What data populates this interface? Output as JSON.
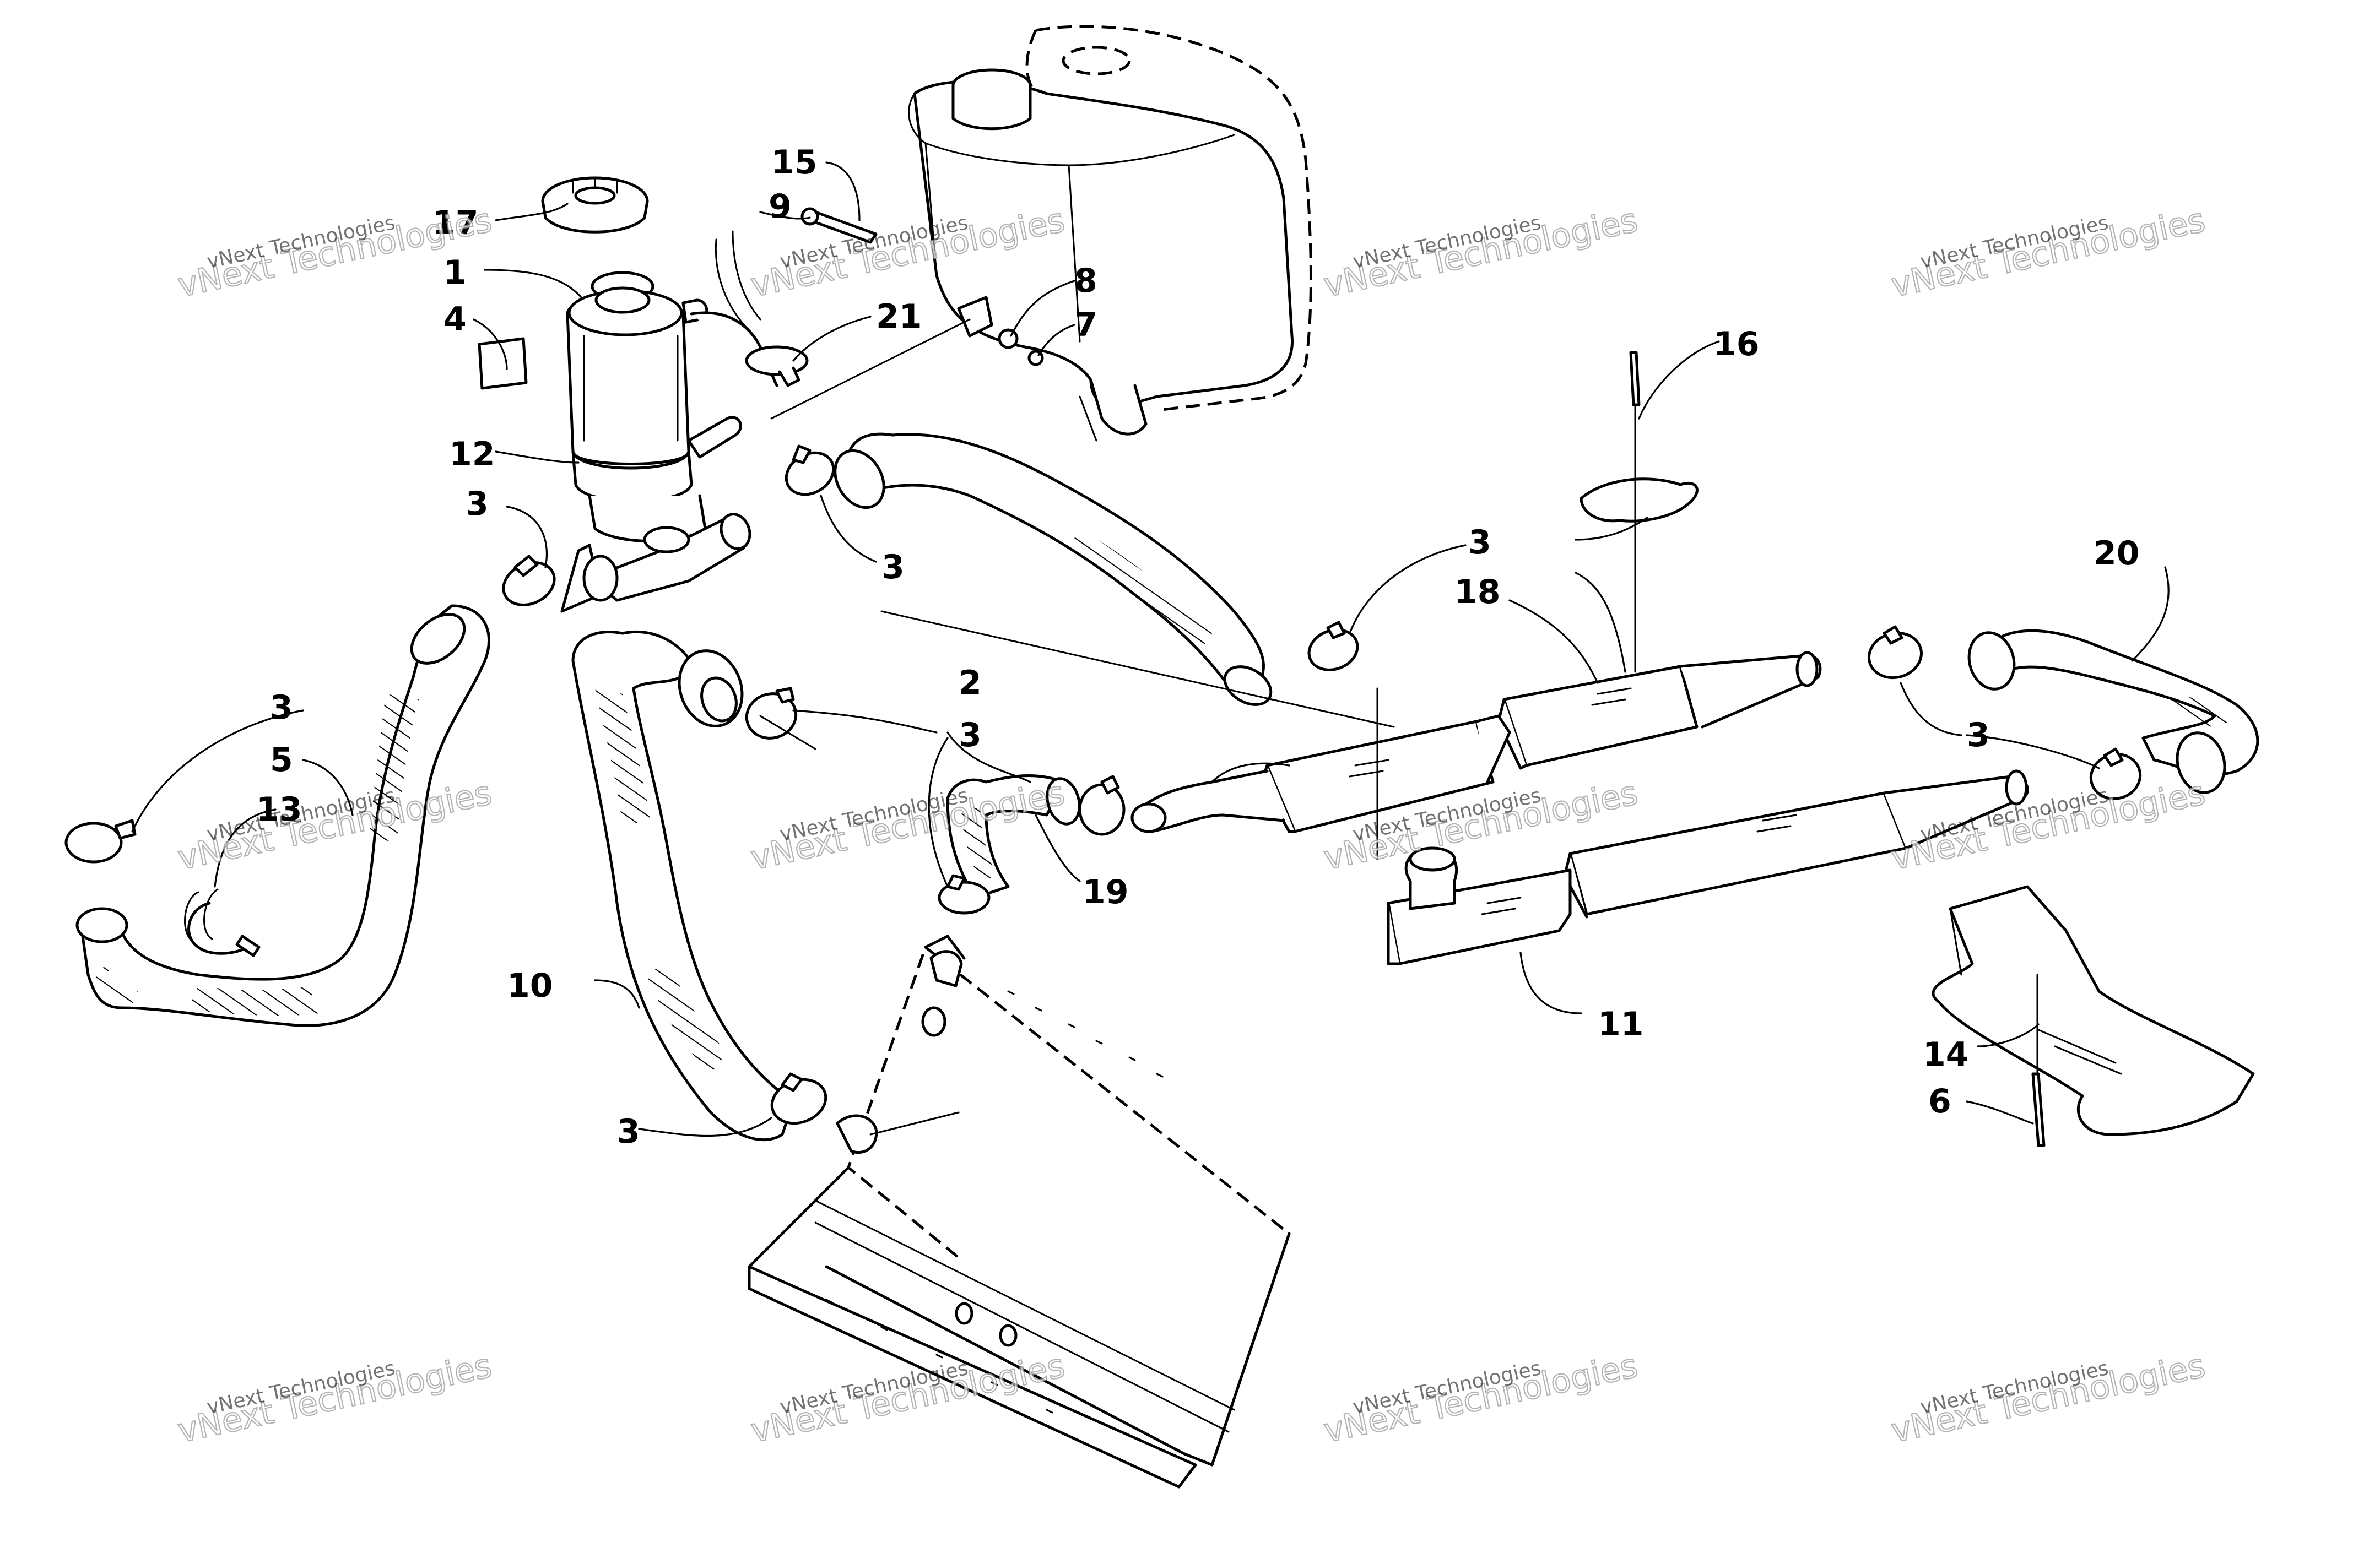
{
  "diagram": {
    "callouts": [
      {
        "label": "1"
      },
      {
        "label": "2"
      },
      {
        "label": "3"
      },
      {
        "label": "4"
      },
      {
        "label": "5"
      },
      {
        "label": "6"
      },
      {
        "label": "7"
      },
      {
        "label": "8"
      },
      {
        "label": "9"
      },
      {
        "label": "10"
      },
      {
        "label": "11"
      },
      {
        "label": "12"
      },
      {
        "label": "13"
      },
      {
        "label": "14"
      },
      {
        "label": "15"
      },
      {
        "label": "16"
      },
      {
        "label": "17"
      },
      {
        "label": "18"
      },
      {
        "label": "19"
      },
      {
        "label": "20"
      },
      {
        "label": "21"
      }
    ],
    "clamp_label": "3",
    "watermark": {
      "line1": "vNext Technologies",
      "line2": "vNext Technologies"
    }
  }
}
